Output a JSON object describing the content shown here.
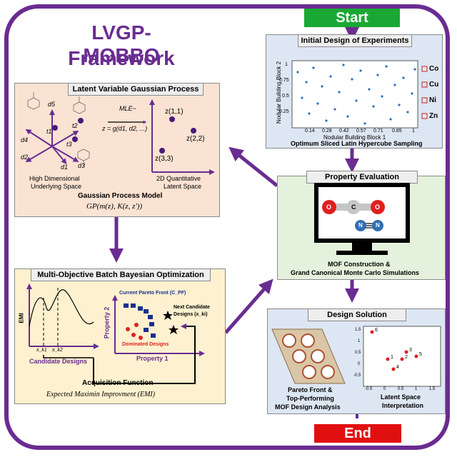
{
  "title": {
    "line1": "LVGP-MOBBO",
    "line2": "Framework"
  },
  "start_label": "Start",
  "end_label": "End",
  "colors": {
    "frame": "#6a2c91",
    "start": "#1aa834",
    "end": "#e01010",
    "lvgp_bg": "#fbe3d3",
    "mobbo_bg": "#fdf1cf",
    "prop_bg": "#e4f1dc",
    "doe_bg": "#dde6f3",
    "sol_bg": "#dde6f3"
  },
  "lvgp": {
    "title": "Latent Variable Gaussian Process",
    "axis_labels": [
      "d5",
      "d4",
      "d3",
      "d2",
      "d1"
    ],
    "points": [
      "t1",
      "t2",
      "t3"
    ],
    "mle_line1": "MLE~",
    "mle_line2": "z = g(d1, d2, ...)",
    "latent_points": [
      "z(1,1)",
      "z(2,2)",
      "z(3,3)"
    ],
    "space_left_line1": "High Dimensional",
    "space_left_line2": "Underlying Space",
    "space_right_line1": "2D Quantitative",
    "space_right_line2": "Latent Space",
    "model_title": "Gaussian Process Model",
    "model_formula": "GP(m(z), K(z, z'))"
  },
  "doe": {
    "title": "Initial Design of Experiments",
    "ylabel": "Nodular Building Block 2",
    "xlabel": "Nodular Building Block 1",
    "yticks": [
      "1",
      "0.75",
      "0.5",
      "0.25"
    ],
    "xticks": [
      "0.14",
      "0.28",
      "0.42",
      "0.57",
      "0.71",
      "0.85",
      "1"
    ],
    "metals": [
      "Co",
      "Cu",
      "Ni",
      "Zn"
    ],
    "caption": "Optimum Sliced Latin Hypercube Sampling"
  },
  "prop": {
    "title": "Property Evaluation",
    "co2_atoms": [
      "O",
      "C",
      "O"
    ],
    "n2_atoms": [
      "N",
      "N"
    ],
    "caption_line1": "MOF Construction &",
    "caption_line2": "Grand Canonical Monte Carlo Simulations"
  },
  "mobbo": {
    "title": "Multi-Objective Batch Bayesian Optimization",
    "emi_label": "EMI",
    "xk1": "x_k1",
    "xk2": "x_k2",
    "candidate_label": "Candidate Designs",
    "property1": "Property 1",
    "property2": "Property 2",
    "pareto_label": "Current Pareto Front (C_PF)",
    "next_line1": "Next Candidate",
    "next_line2": "Designs (x_ki)",
    "dominated_label": "Dominated Designs",
    "acq_title": "Acquisition Function",
    "acq_subtitle": "Expected Maximin Improvment (EMI)"
  },
  "solution": {
    "title": "Design Solution",
    "scatter_points": [
      "1",
      "2",
      "3",
      "4",
      "5",
      "6"
    ],
    "yticks": [
      "1.5",
      "1",
      "0.5",
      "0",
      "-0.5"
    ],
    "xticks": [
      "-0.5",
      "0",
      "0.5",
      "1",
      "1.5"
    ],
    "caption_left_line1": "Pareto Front &",
    "caption_left_line2": "Top-Performing",
    "caption_left_line3": "MOF Design Analysis",
    "caption_right_line1": "Latent Space",
    "caption_right_line2": "Interpretation"
  }
}
